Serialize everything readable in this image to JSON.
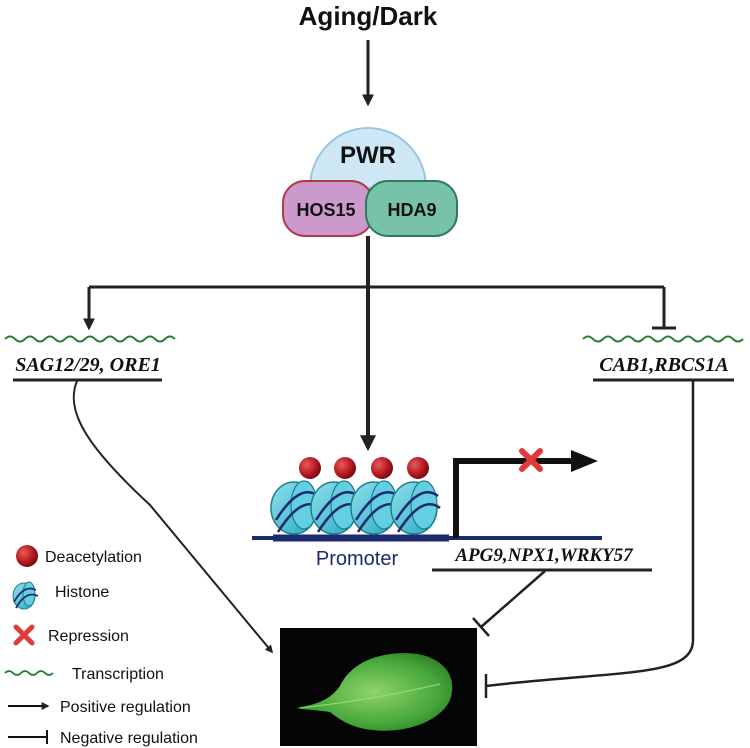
{
  "title": "Aging/Dark",
  "complex": {
    "top": "PWR",
    "left": "HOS15",
    "right": "HDA9",
    "colors": {
      "pwr": "#cde7f5",
      "hos15": "#cc99cc",
      "hda9": "#77c2a8",
      "hos15_border": "#b03a48",
      "hda9_border": "#2e7a5e"
    }
  },
  "genes": {
    "left": "SAG12/29, ORE1",
    "right": "CAB1,RBCS1A",
    "bottom": "APG9,NPX1,WRKY57"
  },
  "promoter_label": "Promoter",
  "legend": [
    {
      "icon": "deacetylation-icon",
      "label": "Deacetylation"
    },
    {
      "icon": "histone-icon",
      "label": "Histone"
    },
    {
      "icon": "repression-icon",
      "label": "Repression"
    },
    {
      "icon": "transcription-icon",
      "label": "Transcription"
    },
    {
      "icon": "positive-arrow-icon",
      "label": "Positive regulation"
    },
    {
      "icon": "negative-bar-icon",
      "label": "Negative regulation"
    }
  ],
  "colors": {
    "histone": "#5cc8d8",
    "histone_dark": "#1f7d92",
    "dna": "#1b2a6e",
    "acetyl": "#c01f26",
    "repress": "#e03a3a",
    "wave": "#2e7d32",
    "leaf": "#3aa83a"
  }
}
